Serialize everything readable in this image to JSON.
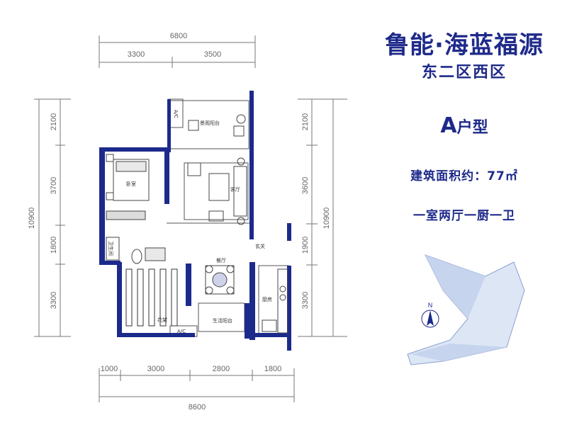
{
  "header": {
    "title": "鲁能·海蓝福源",
    "subtitle": "东二区西区"
  },
  "unit": {
    "type_letter": "A",
    "type_suffix": "户型",
    "area_label": "建筑面积约：",
    "area_value": "77㎡",
    "layout": "一室两厅一厨一卫"
  },
  "rooms": {
    "balcony": "景观阳台",
    "bedroom": "卧室",
    "living": "客厅",
    "bathroom": "卫生间",
    "entrance": "玄关",
    "dining": "餐厅",
    "kitchen": "厨房",
    "garden": "花架",
    "utility_balcony": "生活阳台",
    "ac_top": "A/C",
    "ac_bottom": "A/C"
  },
  "dimensions": {
    "top_total": "6800",
    "top_left": "3300",
    "top_right": "3500",
    "left_total": "10900",
    "left": [
      "2100",
      "3700",
      "1800",
      "3300"
    ],
    "right_total": "10900",
    "right": [
      "2100",
      "3600",
      "1900",
      "3300"
    ],
    "bottom_total": "8600",
    "bottom": [
      "1000",
      "3000",
      "2800",
      "1800"
    ]
  },
  "sitemap": {
    "north": "N"
  }
}
